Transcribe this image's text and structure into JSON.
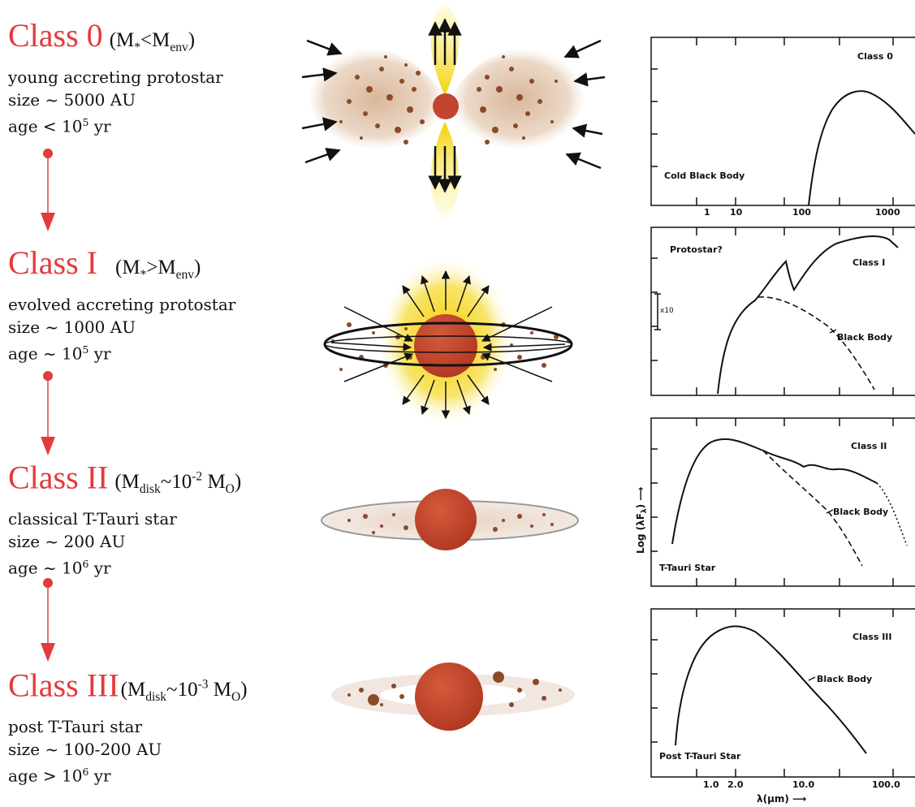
{
  "classes": [
    {
      "name": "Class 0",
      "mass_pre": "(M",
      "mass_sub1": "*",
      "mass_mid": "<M",
      "mass_sub2": "env",
      "mass_post": ")",
      "desc": "young accreting protostar",
      "size": "size ~ 5000 AU",
      "age_pre": "age < 10",
      "age_exp": "5",
      "age_post": " yr",
      "plot_label": "Class 0",
      "plot_note": "Cold Black Body"
    },
    {
      "name": "Class I",
      "mass_pre": "(M",
      "mass_sub1": "*",
      "mass_mid": ">M",
      "mass_sub2": "env",
      "mass_post": ")",
      "desc": "evolved accreting protostar",
      "size": "size ~ 1000 AU",
      "age_pre": "age ~ 10",
      "age_exp": "5",
      "age_post": " yr",
      "plot_label": "Class I",
      "plot_note": "Protostar?",
      "plot_bb": "Black Body",
      "plot_scale": "x10"
    },
    {
      "name": "Class II",
      "mass_pre": "(M",
      "mass_sub1": "disk",
      "mass_mid": "~10",
      "mass_sup": "-2",
      "mass_tail": " M",
      "mass_sub2": "O",
      "mass_post": ")",
      "desc": "classical T-Tauri star",
      "size": "size ~ 200 AU",
      "age_pre": "age ~ 10",
      "age_exp": "6",
      "age_post": " yr",
      "plot_label": "Class II",
      "plot_note": "T-Tauri Star",
      "plot_bb": "Black Body"
    },
    {
      "name": "Class III",
      "mass_pre": "(M",
      "mass_sub1": "disk",
      "mass_mid": "~10",
      "mass_sup": "-3",
      "mass_tail": " M",
      "mass_sub2": "O",
      "mass_post": ")",
      "desc": "post T-Tauri star",
      "size": "size ~ 100-200 AU",
      "age_pre": "age > 10",
      "age_exp": "6",
      "age_post": " yr",
      "plot_label": "Class III",
      "plot_note": "Post T-Tauri Star",
      "plot_bb": "Black Body"
    }
  ],
  "axes": {
    "top_ticks": [
      "1",
      "10",
      "100",
      "1000"
    ],
    "bottom_ticks": [
      "1.0",
      "2.0",
      "10.0",
      "100.0"
    ],
    "ylabel": "Log (λF",
    "ylabel_sub": "λ",
    "ylabel_post": ")",
    "xlabel": "λ(μm)"
  },
  "colors": {
    "class_title": "#e23b3b",
    "arrow": "#e23b3b",
    "star": "#c1452e",
    "dust": "#8a4a2a",
    "envelope": "#e9d3c0",
    "jet": "#f1d10a"
  }
}
